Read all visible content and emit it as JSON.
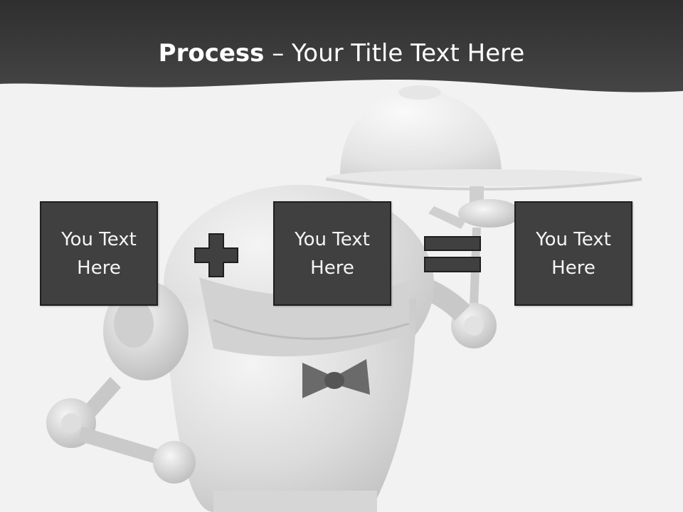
{
  "title": {
    "bold": "Process",
    "separator": " – ",
    "rest": "Your Title Text Here"
  },
  "boxes": [
    {
      "text": "You Text\nHere"
    },
    {
      "text": "You Text\nHere"
    },
    {
      "text": "You Text\nHere"
    }
  ],
  "operators": [
    "plus",
    "equals"
  ],
  "colors": {
    "header": "#3b3b3b",
    "background": "#f2f2f2",
    "box": "#404040",
    "box_border": "#1f1f1f",
    "text": "#ffffff"
  }
}
